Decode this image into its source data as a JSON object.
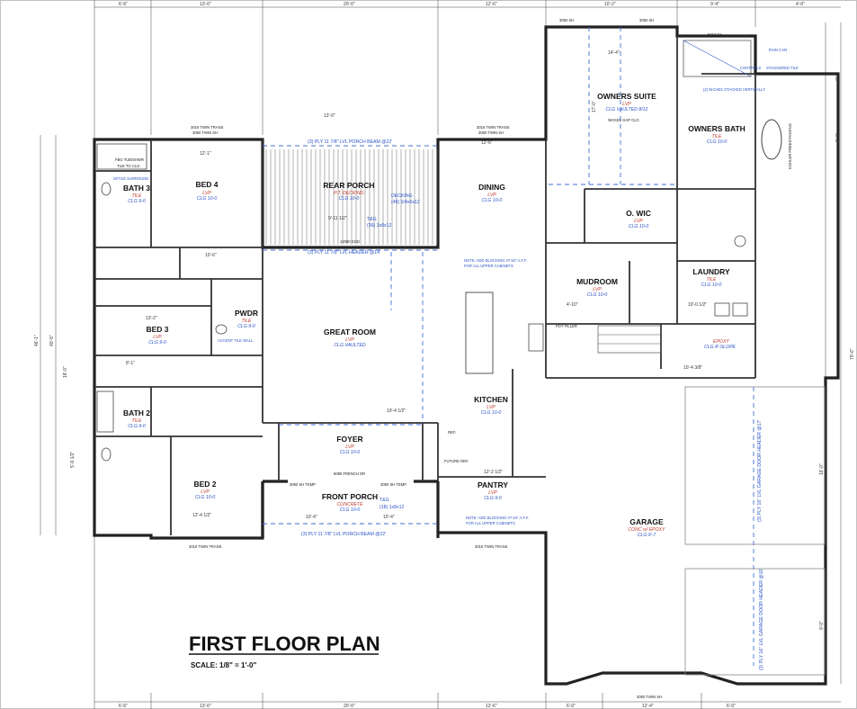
{
  "title": "FIRST FLOOR PLAN",
  "scale": "SCALE:  1/8\" = 1'-0\"",
  "rooms": [
    {
      "name": "BED 4",
      "material": "LVP",
      "ceiling": "CLG 10-0"
    },
    {
      "name": "BATH 3",
      "material": "TILE",
      "ceiling": "CLG 9-0"
    },
    {
      "name": "REAR PORCH",
      "material": "P.T. DECKING",
      "ceiling": "CLG 10-0"
    },
    {
      "name": "DINING",
      "material": "LVP",
      "ceiling": "CLG 10-0"
    },
    {
      "name": "OWNERS SUITE",
      "material": "LVP",
      "ceiling": "CLG VAULTED 8/12"
    },
    {
      "name": "OWNERS BATH",
      "material": "TILE",
      "ceiling": "CLG 10-0"
    },
    {
      "name": "O. WIC",
      "material": "LVP",
      "ceiling": "CLG 10-0"
    },
    {
      "name": "LAUNDRY",
      "material": "TILE",
      "ceiling": "CLG 10-0"
    },
    {
      "name": "MUDROOM",
      "material": "LVP",
      "ceiling": "CLG 10-0"
    },
    {
      "name": "BED 3",
      "material": "LVP",
      "ceiling": "CLG 9-0"
    },
    {
      "name": "PWDR",
      "material": "TILE",
      "ceiling": "CLG 9-0"
    },
    {
      "name": "GREAT ROOM",
      "material": "LVP",
      "ceiling": "CLG VAULTED"
    },
    {
      "name": "KITCHEN",
      "material": "LVP",
      "ceiling": "CLG 10-0"
    },
    {
      "name": "BATH 2",
      "material": "TILE",
      "ceiling": "CLG 9-0"
    },
    {
      "name": "FOYER",
      "material": "LVP",
      "ceiling": "CLG 10-0"
    },
    {
      "name": "BED 2",
      "material": "LVP",
      "ceiling": "CLG 10-0"
    },
    {
      "name": "FRONT PORCH",
      "material": "CONCRETE",
      "ceiling": "CLG 10-0"
    },
    {
      "name": "PANTRY",
      "material": "LVP",
      "ceiling": "CLG 9-0"
    },
    {
      "name": "GARAGE",
      "material": "CONC w/ EPOXY",
      "ceiling": "CLG 9'-7"
    }
  ],
  "beams": {
    "rear_porch_beam": "(3) PLY 11 7/8\" LVL PORCH BEAM @22'",
    "rear_header": "(3) PLY 11 7/8\" LVL HEADER @14'",
    "front_porch_beam": "(3) PLY 11 7/8\" LVL PORCH BEAM @22'",
    "garage_header_1": "(3) PLY 16\" LVL GARAGE DOOR HEADER @17'",
    "garage_header_2": "(3) PLY 16\" LVL GARAGE DOOR HEADER @10'"
  },
  "notes": {
    "decking": "DECKING",
    "decking_1": "(46) 5/4x6x12",
    "tg_label": "T&G",
    "tg_1": "(36) 1x8x12",
    "tg_2": "(18) 1x8x12",
    "blocking_1": "NOTE: ADD BLOCKING AT 84\" A.F.F.",
    "blocking_2": "FOR ALL UPPER CABINETS",
    "blocking_3": "NOTE: ADD BLOCKING AT 84\" A.F.F.",
    "blocking_4": "FOR ALL UPPER CABINETS",
    "rain_can": "RAIN CAN",
    "controls": "CONTROLS",
    "staggered_tile": "STAGGERED TILE",
    "niches": "(2) NICHES STACKED VERTICALLY",
    "kohler": "KOHLER FREESTANDING",
    "fbg_tub": "FBG TUB/SHWR",
    "tile_to_clg": "TILE TO CLG.",
    "w_tile": "W/TILE SURROUND",
    "accent_tile": "ACCENT TILE WALL",
    "pot_filler": "POT FILLER",
    "future_ref": "FUTURE REF.",
    "nickel_gap": "NICKEL GAP CLG",
    "epoxy": "EPOXY",
    "epoxy_slope": "CLG 8'-SLOPE",
    "ref": "REF."
  },
  "windows": {
    "top_left": "3016 TWIN TRANS",
    "top_left_b": "3060 TWIN SH",
    "top_mid": "3016 TWIN TRANS",
    "top_mid_b": "3060 TWIN SH",
    "suite": "3050 SH",
    "suite_b": "3050 SH",
    "bath_top": "5010 FX",
    "bottom_bed": "3016 TWIN TRANS",
    "bottom_pantry": "3016 TWIN TRANS",
    "garage": "3060 TWIN SH",
    "foyer_left": "3060 SH TEMP",
    "foyer_right": "3060 SH TEMP",
    "french": "6080 FRENCH DR",
    "slider": "12080 SGD"
  },
  "dims_top": [
    "6'-6\"",
    "13'-0\"",
    "20'-0\"",
    "12'-6\"",
    "10'-2\"",
    "9'-4\"",
    "4'-0\""
  ],
  "dims_bottom": [
    "6'-6\"",
    "13'-0\"",
    "20'-0\"",
    "12'-6\"",
    "6'-0\"",
    "12'-4\"",
    "6'-0\""
  ],
  "dims_left": [
    "46'-1\"",
    "40'-5\"",
    "18'-0\"",
    "5'-9 1/2\""
  ],
  "dims_right": [
    "7'-6\"",
    "8'-6\"",
    "70'-6\"",
    "16'-0\"",
    "9'-0\""
  ],
  "dims_misc": [
    "12'-1\"",
    "13'-2\"",
    "10'-6\"",
    "12'-6\"",
    "19'-4 1/2\"",
    "9'-11 1/2\"",
    "12'-4 1/2\"",
    "10'-4\"",
    "13'-0\"",
    "10'-0 1/2\"",
    "8'-1\"",
    "14'-4\"",
    "17'-0\"",
    "4'-10\"",
    "12'-2 1/2\"",
    "10'-4 3/8\""
  ]
}
